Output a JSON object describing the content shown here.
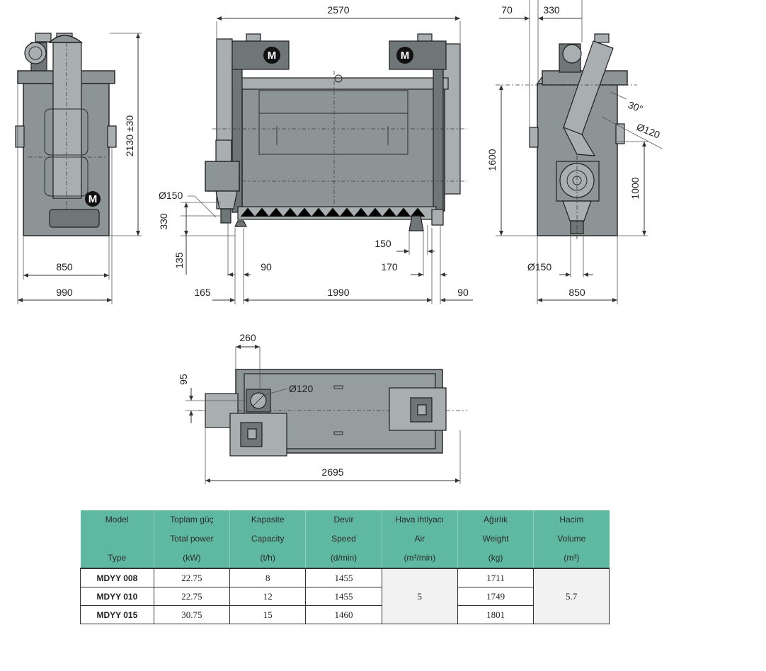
{
  "dimensions": {
    "front": {
      "height": "2130 ±30",
      "base_width": "850",
      "overall_width": "990"
    },
    "side": {
      "overall_length": "2570",
      "outlet_diameter": "Ø150",
      "outlet_height": "330",
      "outlet_base": "135",
      "left_offset": "165",
      "foot_offset": "90",
      "main_length": "1990",
      "right_offset": "90",
      "foot_right_1": "150",
      "foot_right_2": "170"
    },
    "end": {
      "dim_70": "70",
      "dim_330": "330",
      "angle": "30°",
      "inlet_diameter": "Ø120",
      "height_1600": "1600",
      "height_1000": "1000",
      "outlet_diameter": "Ø150",
      "base_width": "850"
    },
    "top": {
      "dim_260": "260",
      "dim_95": "95",
      "inlet_diameter": "Ø120",
      "overall_length": "2695"
    },
    "motor_label": "M"
  },
  "spec_table": {
    "headers": [
      {
        "lines": [
          "Model",
          "",
          "Type"
        ]
      },
      {
        "lines": [
          "Toplam güç",
          "Total power",
          "(kW)"
        ]
      },
      {
        "lines": [
          "Kapasite",
          "Capacity",
          "(t/h)"
        ]
      },
      {
        "lines": [
          "Devir",
          "Speed",
          "(d/min)"
        ]
      },
      {
        "lines": [
          "Hava ihtiyacı",
          "Air",
          "(m³/min)"
        ]
      },
      {
        "lines": [
          "Ağırlık",
          "Weight",
          "(kg)"
        ]
      },
      {
        "lines": [
          "Hacim",
          "Volume",
          "(m³)"
        ]
      }
    ],
    "rows": [
      {
        "model": "MDYY 008",
        "power": "22.75",
        "capacity": "8",
        "speed": "1455",
        "weight": "1711"
      },
      {
        "model": "MDYY 010",
        "power": "22.75",
        "capacity": "12",
        "speed": "1455",
        "weight": "1749"
      },
      {
        "model": "MDYY 015",
        "power": "30.75",
        "capacity": "15",
        "speed": "1460",
        "weight": "1801"
      }
    ],
    "air_shared": "5",
    "volume_shared": "5.7"
  },
  "colors": {
    "machine_body": "#8d9496",
    "table_header": "#5fb9a0",
    "merged_cell": "#f2f2f2"
  }
}
